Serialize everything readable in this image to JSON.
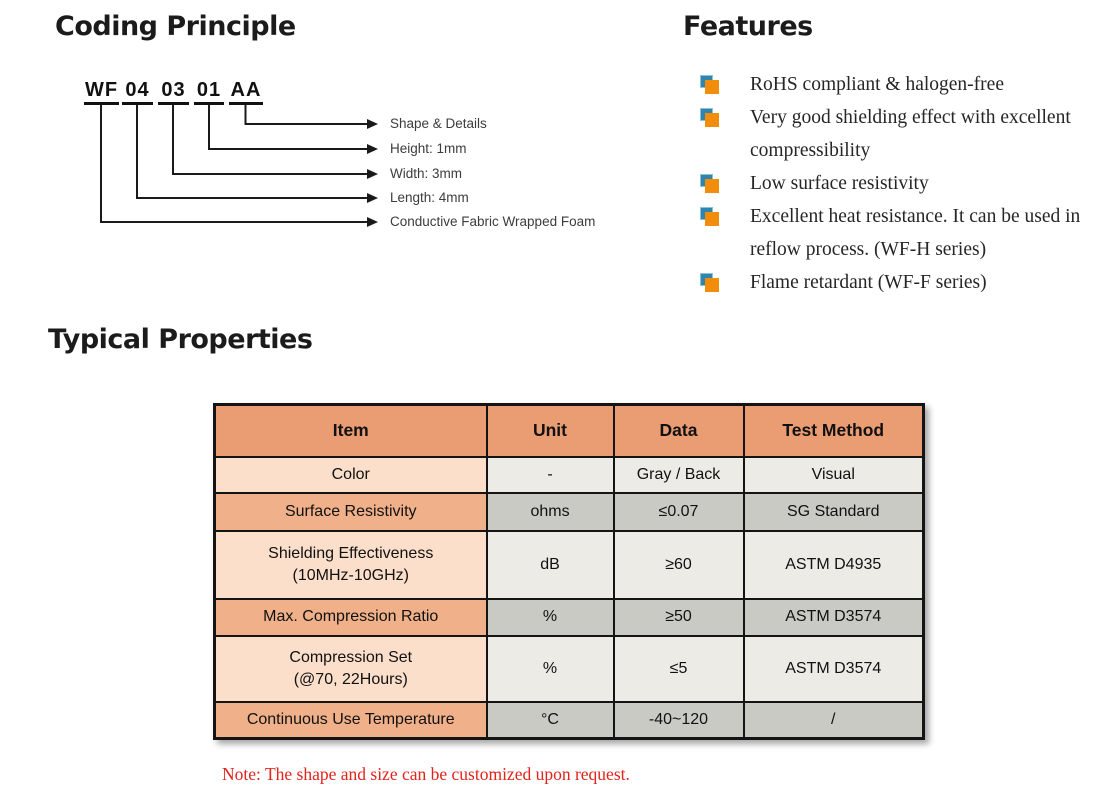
{
  "coding_principle": {
    "title": "Coding Principle",
    "segments": [
      "WF",
      "04",
      "03",
      "01",
      "AA"
    ],
    "labels": [
      "Shape & Details",
      "Height: 1mm",
      "Width: 3mm",
      "Length: 4mm",
      "Conductive Fabric Wrapped Foam"
    ]
  },
  "features": {
    "title": "Features",
    "items": [
      "RoHS compliant & halogen-free",
      "Very good shielding effect with excellent compressibility",
      "Low surface resistivity",
      "Excellent heat resistance. It can be used in reflow process. (WF-H series)",
      "Flame retardant (WF-F series)"
    ]
  },
  "typical_properties": {
    "title": "Typical Properties",
    "table": {
      "headers": [
        "Item",
        "Unit",
        "Data",
        "Test Method"
      ],
      "rows": [
        {
          "item": "Color",
          "unit": "-",
          "data": "Gray / Back",
          "method": "Visual"
        },
        {
          "item": "Surface Resistivity",
          "unit": "ohms",
          "data": "≤0.07",
          "method": "SG Standard"
        },
        {
          "item": "Shielding Effectiveness\n(10MHz-10GHz)",
          "unit": "dB",
          "data": "≥60",
          "method": "ASTM D4935"
        },
        {
          "item": "Max. Compression Ratio",
          "unit": "%",
          "data": "≥50",
          "method": "ASTM D3574"
        },
        {
          "item": "Compression Set\n(@70, 22Hours)",
          "unit": "%",
          "data": "≤5",
          "method": "ASTM D3574"
        },
        {
          "item": "Continuous Use Temperature",
          "unit": "°C",
          "data": "-40~120",
          "method": "/"
        }
      ]
    },
    "note": "Note: The shape and size can be customized upon request."
  },
  "colors": {
    "bullet_orange": "#F28C0B",
    "bullet_blue": "#2E86AE",
    "table_header_bg": "#EA9C73",
    "item_cell_light": "#FBDFCA",
    "item_cell_dark": "#F0B089",
    "data_cell_light": "#ECEBE6",
    "data_cell_dark": "#CACAC4",
    "note_red": "#E2231B",
    "line_black": "#1a1a1a"
  }
}
